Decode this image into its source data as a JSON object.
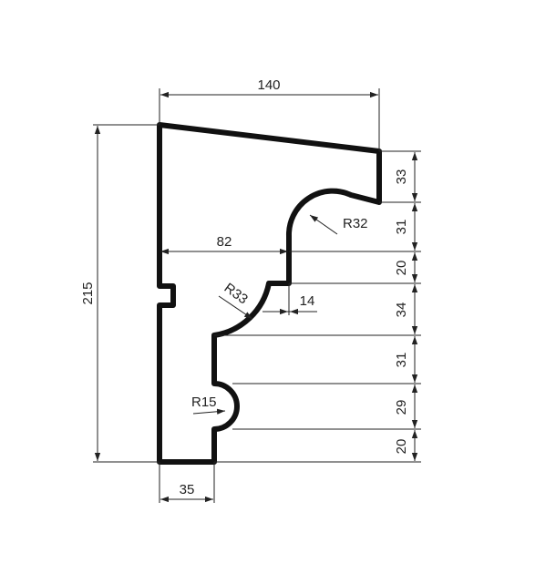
{
  "diagram": {
    "profile_color": "#111111",
    "line_color": "#222222",
    "dimensions": {
      "top_width": "140",
      "total_height": "215",
      "inner_width": "82",
      "bottom_width": "35",
      "step": "14",
      "h1": "33",
      "h2": "31",
      "h3": "20",
      "h4": "34",
      "h5": "31",
      "h6": "29",
      "h7": "20"
    },
    "radii": {
      "r1": "R32",
      "r2": "R33",
      "r3": "R15"
    }
  }
}
